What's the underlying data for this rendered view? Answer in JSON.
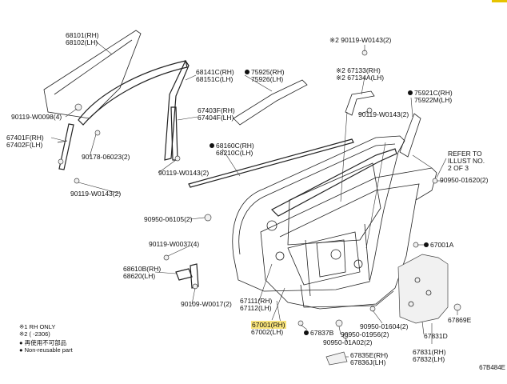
{
  "parts": {
    "glass": [
      "68101(RH)",
      "68102(LH)"
    ],
    "rear_channel": [
      "68141C(RH)",
      "68151C(LH)"
    ],
    "upper_molding": [
      "75925(RH)",
      "75926(LH)"
    ],
    "frame_bolt": "※2 90119-W0143(2)",
    "bracket": [
      "※2 67133(RH)",
      "※2 67134A(LH)"
    ],
    "garnish": [
      "75921C(RH)",
      "75922M(LH)"
    ],
    "bolt_a": "90119-W0098(4)",
    "bolt_b": "90119-W0143(2)",
    "channel_sub": [
      "67403F(RH)",
      "67404F(LH)"
    ],
    "front_channel": [
      "67401F(RH)",
      "67402F(LH)"
    ],
    "clip_a": "90178-06023(2)",
    "bolt_c": "90119-W0143(2)",
    "belt_molding": [
      "68160C(RH)",
      "68210C(LH)"
    ],
    "bolt_d": "90119-W0143(2)",
    "refer": [
      "REFER TO",
      "ILLUST NO.",
      "2 OF 3"
    ],
    "clip_b": "90950-01620(2)",
    "plug_a": "90950-06105(2)",
    "bolt_e": "90119-W0037(4)",
    "hinge": [
      "68610B(RH)",
      "68620(LH)"
    ],
    "bolt_f": "90109-W0017(2)",
    "door_panel": [
      "67111(RH)",
      "67112(LH)"
    ],
    "door_assy": [
      "67001(RH)",
      "67002(LH)"
    ],
    "sub_a": "67001A",
    "pin": "67837B",
    "plug_b": "90950-01956(2)",
    "plug_c": "90950-01604(2)",
    "plug_d": "90950-01A02(2)",
    "service_cover": "67831D",
    "plug_e": "67869E",
    "cover_assy": [
      "67831(RH)",
      "67832(LH)"
    ],
    "seal": [
      "67835E(RH)",
      "67836J(LH)"
    ],
    "notes": [
      "※1 RH ONLY",
      "※2 (        -2306)",
      "● 再使用不可部品",
      "● Non-reusable part"
    ],
    "figure_id": "67B484E"
  }
}
